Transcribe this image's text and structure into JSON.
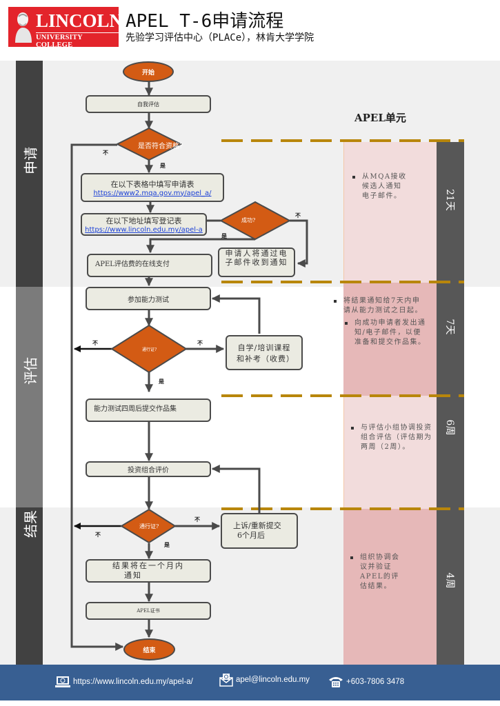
{
  "header": {
    "logo": {
      "name": "LINCOLN",
      "sub": "UNIVERSITY COLLEGE"
    },
    "title": "APEL T-6申请流程",
    "subtitle": "先验学习评估中心（PLACe），林肯大学学院"
  },
  "lanes": [
    {
      "label": "申请"
    },
    {
      "label": "评估"
    },
    {
      "label": "结果"
    }
  ],
  "flow": {
    "start": "开始",
    "self_assess": "自我评估",
    "eligible_q": "是否符合资格?",
    "fill_form": "在以下表格中填写申请表",
    "fill_form_link": "https://www2.mqa.gov.my/apel_a/",
    "register": "在以下地址填写登记表",
    "register_link": "https://www.lincoln.edu.my/apel-a",
    "success_q": "成功?",
    "email_notice": "申请人将通过电子邮件收到通知",
    "payment": "APEL评估费的在线支付",
    "ability_test": "参加能力测试",
    "pass_q1": "通行证?",
    "self_study": "自学/培训课程和补考（收费）",
    "portfolio_submit": "能力测试四周后提交作品集",
    "portfolio_eval": "投资组合评价",
    "pass_q2": "通行证?",
    "appeal_line1": "上诉/重新提交",
    "appeal_line2": "6个月后",
    "result_notify_line1": "结果将在一个月内",
    "result_notify_line2": "通知",
    "certificate": "APEL证书",
    "end": "结束",
    "yes": "是",
    "no": "不"
  },
  "apel_unit": {
    "title": "APEL单元",
    "sections": [
      {
        "duration": "21天",
        "bullets": [
          "从MQA接收候选人通知电子邮件。"
        ]
      },
      {
        "duration": "7天",
        "bullets": [
          "将结果通知给7天内申请从能力测试之日起。",
          "向成功申请者发出通知/电子邮件，以便准备和提交作品集。"
        ]
      },
      {
        "duration": "6周",
        "bullets": [
          "与评估小组协调投资组合评估（评估期为两周（2周）。"
        ]
      },
      {
        "duration": "4周",
        "bullets": [
          "组织协调会议并验证APEL的评估结果。"
        ]
      }
    ]
  },
  "footer": {
    "website": "https://www.lincoln.edu.my/apel-a/",
    "email": "apel@lincoln.edu.my",
    "phone": "+603-7806 3478"
  },
  "colors": {
    "brand_red": "#e3242b",
    "decision_orange": "#d35b14",
    "footer_blue": "#385f92",
    "dash_gold": "#b8860b"
  }
}
